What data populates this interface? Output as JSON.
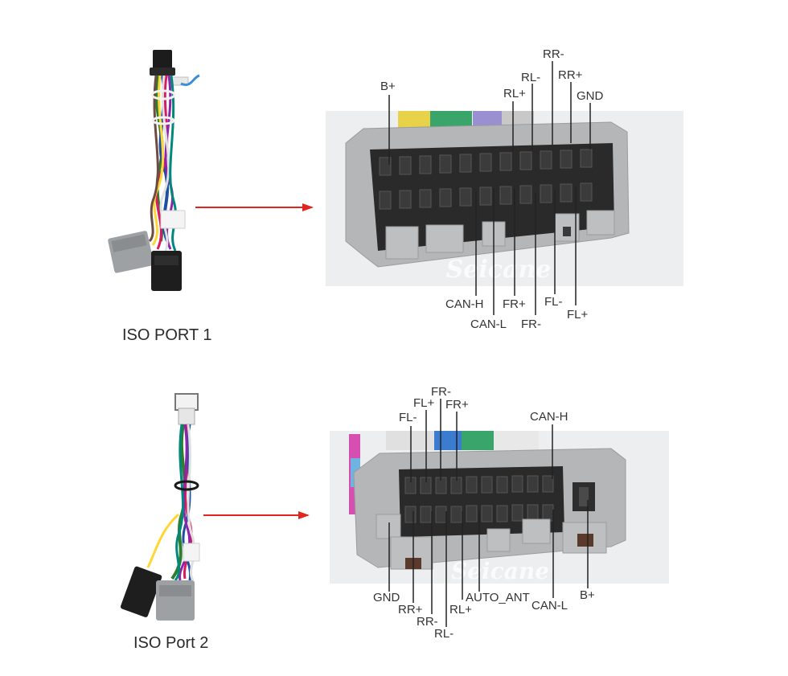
{
  "colors": {
    "arrow": "#e0261f",
    "housing": "#b4b6b8",
    "background": "#ffffff"
  },
  "watermark": "Seicane",
  "port1": {
    "caption": "ISO PORT 1",
    "pins": {
      "b_plus": "B+",
      "rr_minus": "RR-",
      "rl_minus": "RL-",
      "rr_plus": "RR+",
      "rl_plus": "RL+",
      "gnd": "GND",
      "can_h": "CAN-H",
      "fr_plus": "FR+",
      "fl_minus": "FL-",
      "can_l": "CAN-L",
      "fr_minus": "FR-",
      "fl_plus": "FL+"
    }
  },
  "port2": {
    "caption": "ISO Port  2",
    "pins": {
      "fr_minus": "FR-",
      "fl_plus": "FL+",
      "fr_plus": "FR+",
      "fl_minus": "FL-",
      "can_h": "CAN-H",
      "gnd": "GND",
      "rr_plus": "RR+",
      "rr_minus": "RR-",
      "rl_minus": "RL-",
      "rl_plus": "RL+",
      "auto_ant": "AUTO_ANT",
      "can_l": "CAN-L",
      "b_plus": "B+"
    }
  }
}
